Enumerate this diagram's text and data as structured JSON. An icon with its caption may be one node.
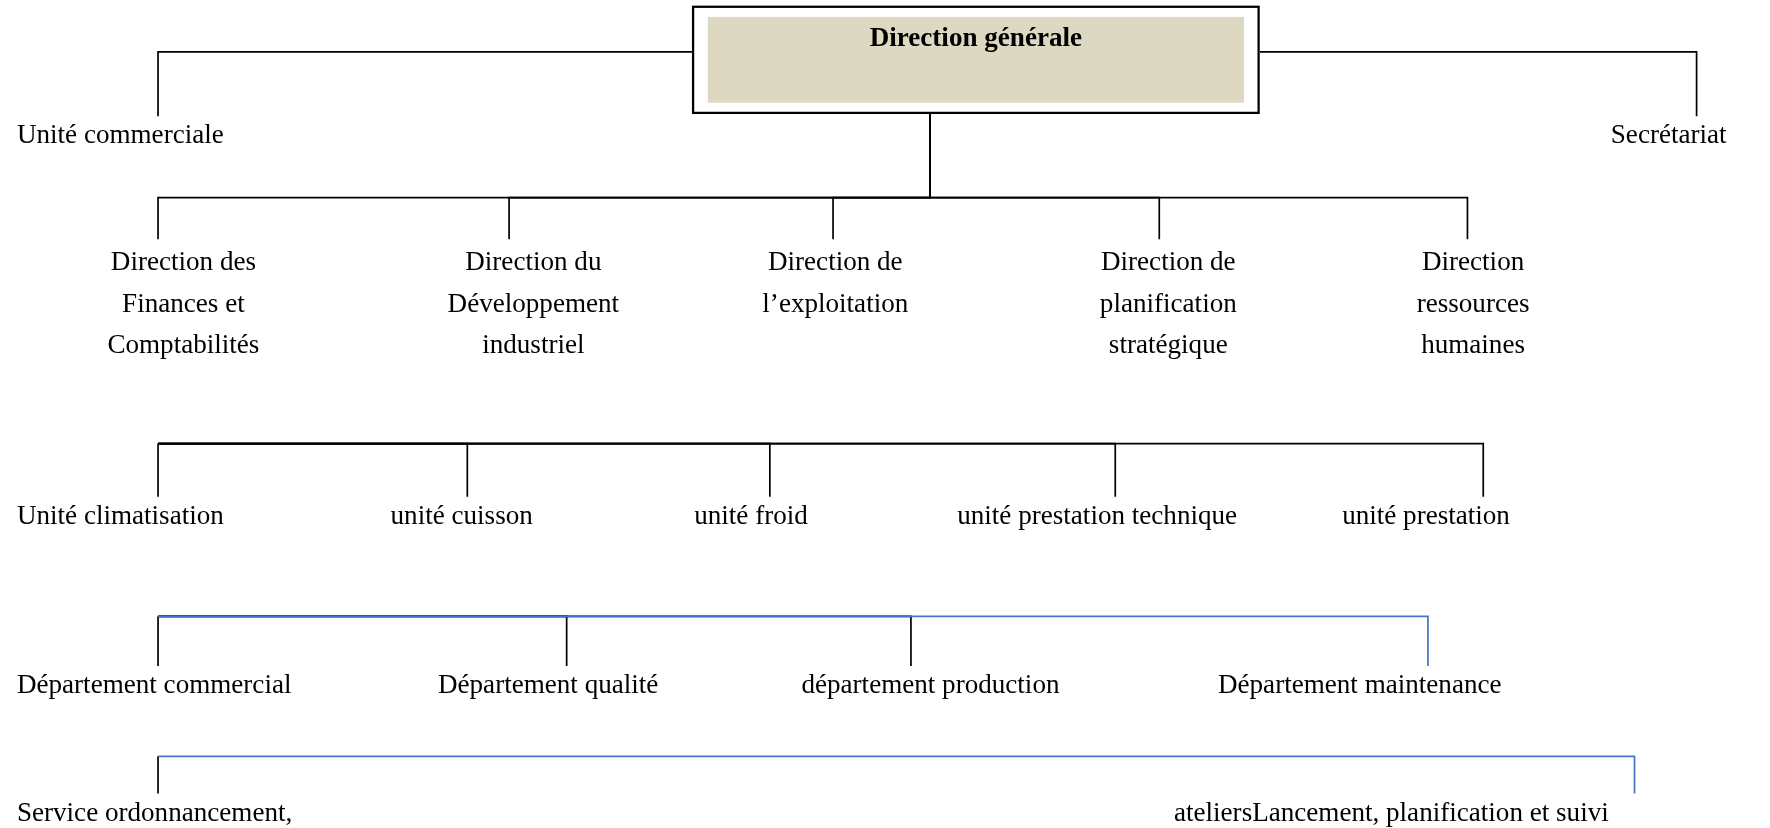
{
  "diagram": {
    "nodes": [
      {
        "text": [
          "Direction générale"
        ]
      },
      {
        "text": [
          "Unité commerciale"
        ]
      },
      {
        "text": [
          "Secrétariat"
        ]
      },
      {
        "text": [
          "Direction des Finances et Comptabilités"
        ]
      },
      {
        "text": [
          "Direction du Développement industriel"
        ]
      },
      {
        "text": [
          "Direction de l’exploitation"
        ]
      },
      {
        "text": [
          "Direction de planification stratégique"
        ]
      },
      {
        "text": [
          "Direction ressources humaines"
        ]
      },
      {
        "text": [
          "Unité climatisation"
        ]
      },
      {
        "text": [
          "unité cuisson"
        ]
      },
      {
        "text": [
          "unité froid"
        ]
      },
      {
        "text": [
          "unité prestation technique"
        ]
      },
      {
        "text": [
          "unité prestation"
        ]
      },
      {
        "text": [
          "Département commercial"
        ]
      },
      {
        "text": [
          "Département qualité"
        ]
      },
      {
        "text": [
          "département production"
        ]
      },
      {
        "text": [
          "Département maintenance"
        ]
      },
      {
        "text": [
          "Service ordonnancement,"
        ]
      },
      {
        "text": [
          "ateliersLancement, planification et suivi"
        ]
      }
    ],
    "edges": [
      {
        "from": 0,
        "to": 1,
        "arrow": "none"
      },
      {
        "from": 0,
        "to": 2,
        "arrow": "none"
      },
      {
        "from": 0,
        "to": 3,
        "arrow": "none"
      },
      {
        "from": 0,
        "to": 4,
        "arrow": "none"
      },
      {
        "from": 0,
        "to": 5,
        "arrow": "none"
      },
      {
        "from": 0,
        "to": 6,
        "arrow": "none"
      },
      {
        "from": 0,
        "to": 7,
        "arrow": "none"
      },
      {
        "from": null,
        "to": 8,
        "arrow": "none"
      },
      {
        "from": null,
        "to": 9,
        "arrow": "none"
      },
      {
        "from": null,
        "to": 10,
        "arrow": "none"
      },
      {
        "from": null,
        "to": 11,
        "arrow": "none"
      },
      {
        "from": null,
        "to": 12,
        "arrow": "none"
      },
      {
        "from": null,
        "to": 13,
        "arrow": "none"
      },
      {
        "from": null,
        "to": 14,
        "arrow": "none"
      },
      {
        "from": null,
        "to": 15,
        "arrow": "none"
      },
      {
        "from": null,
        "to": 16,
        "arrow": "none",
        "color": "#4472c4"
      },
      {
        "from": null,
        "to": 17,
        "arrow": "none"
      },
      {
        "from": null,
        "to": 18,
        "arrow": "none",
        "color": "#4472c4"
      }
    ]
  }
}
